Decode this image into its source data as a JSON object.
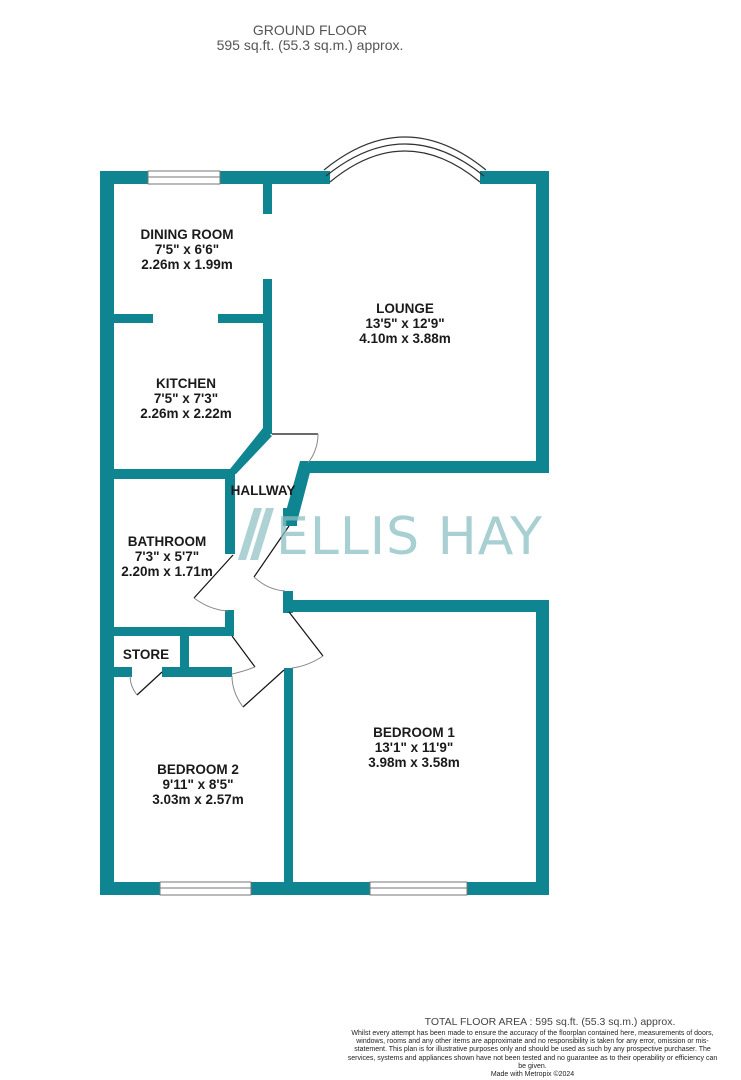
{
  "header": {
    "floor_name": "GROUND FLOOR",
    "floor_area": "595 sq.ft. (55.3 sq.m.) approx."
  },
  "colors": {
    "wall": "#0e8590",
    "window": "#ffffff",
    "door_line": "#111111",
    "watermark": "#8cbfc3"
  },
  "rooms": [
    {
      "name": "DINING ROOM",
      "imperial": "7'5\"  x 6'6\"",
      "metric": "2.26m  x 1.99m"
    },
    {
      "name": "LOUNGE",
      "imperial": "13'5\"  x 12'9\"",
      "metric": "4.10m  x 3.88m"
    },
    {
      "name": "KITCHEN",
      "imperial": "7'5\"  x 7'3\"",
      "metric": "2.26m  x 2.22m"
    },
    {
      "name": "HALLWAY"
    },
    {
      "name": "BATHROOM",
      "imperial": "7'3\"  x 5'7\"",
      "metric": "2.20m  x 1.71m"
    },
    {
      "name": "STORE"
    },
    {
      "name": "BEDROOM 2",
      "imperial": "9'11\"  x 8'5\"",
      "metric": "3.03m  x 2.57m"
    },
    {
      "name": "BEDROOM 1",
      "imperial": "13'1\"  x 11'9\"",
      "metric": "3.98m  x 3.58m"
    }
  ],
  "watermark": {
    "text": "ELLIS HAY"
  },
  "footer": {
    "total_area": "TOTAL FLOOR AREA : 595 sq.ft. (55.3 sq.m.) approx.",
    "disclaimer": "Whilst every attempt has been made to ensure the accuracy of the floorplan contained here, measurements of doors, windows, rooms and any other items are approximate and no responsibility is taken for any error, omission or mis-statement. This plan is for illustrative purposes only and should be used as such by any prospective purchaser. The services, systems and appliances shown have not been tested and no guarantee as to their operability or efficiency can be given.",
    "made_with": "Made with Metropix ©2024"
  }
}
